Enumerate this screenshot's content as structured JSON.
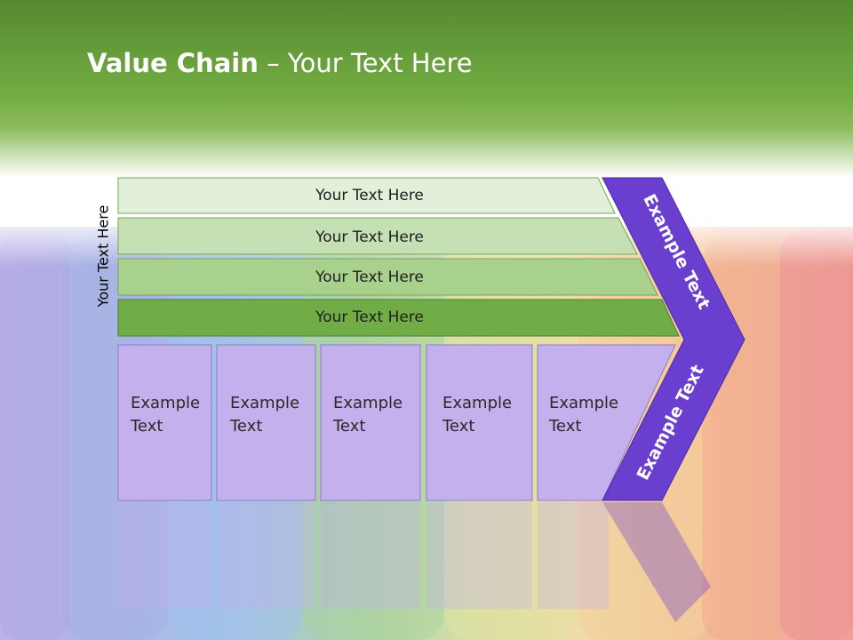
{
  "title": {
    "bold": "Value Chain",
    "rest": " – Your Text Here"
  },
  "side_label": "Your Text Here",
  "bands": [
    {
      "label": "Your Text Here"
    },
    {
      "label": "Your Text Here"
    },
    {
      "label": "Your Text Here"
    },
    {
      "label": "Your Text Here"
    }
  ],
  "boxes": [
    {
      "line1": "Example",
      "line2": "Text"
    },
    {
      "line1": "Example",
      "line2": "Text"
    },
    {
      "line1": "Example",
      "line2": "Text"
    },
    {
      "line1": "Example",
      "line2": "Text"
    },
    {
      "line1": "Example",
      "line2": "Text"
    }
  ],
  "chevron": {
    "upper": "Example Text",
    "lower": "Example Text"
  },
  "colors": {
    "header_green": "#6aa83c",
    "band_1": "#e2f0d9",
    "band_2": "#c5e0b4",
    "band_3": "#a9d18e",
    "band_4": "#70ad47",
    "box_fill": "#c3b0ec",
    "chevron": "#6a3fd0"
  }
}
